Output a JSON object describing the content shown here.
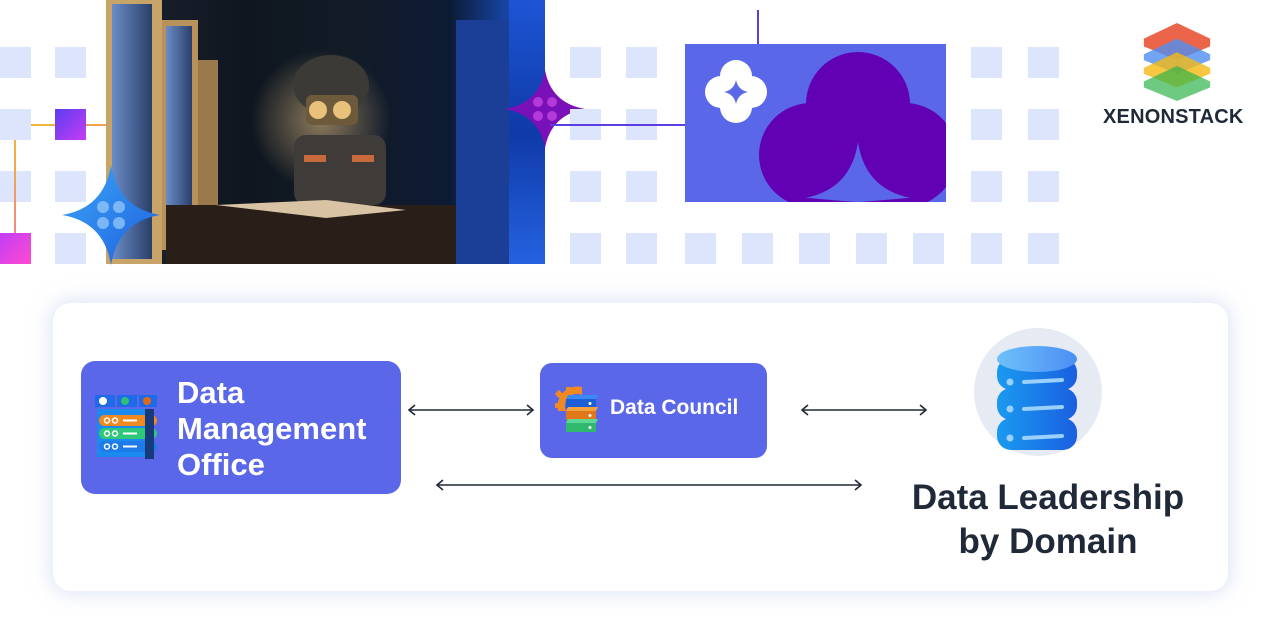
{
  "brand": {
    "name": "XENONSTACK",
    "logo_colors": [
      "#e84a2c",
      "#4e8ef0",
      "#f5b912",
      "#2fb34a"
    ]
  },
  "hero": {
    "image_alt": "robot reading a book between server racks",
    "decor_icons": [
      "sparkle-star-blue-icon",
      "sparkle-star-purple-icon",
      "sparkle-outline-icon",
      "cloud-sparkle-icon"
    ]
  },
  "diagram": {
    "nodes": {
      "dmo": {
        "label": "Data Management Office",
        "lines": [
          "Data",
          "Management",
          "Office"
        ],
        "icon": "server-rack-icon"
      },
      "council": {
        "label": "Data Council",
        "icon": "database-gear-icon"
      },
      "leadership": {
        "label": "Data Leadership by Domain",
        "lines": [
          "Data Leadership",
          "by Domain"
        ],
        "icon": "database-icon"
      }
    },
    "edges": [
      {
        "from": "Data Management Office",
        "to": "Data Council",
        "type": "bidirectional"
      },
      {
        "from": "Data Council",
        "to": "Data Leadership by Domain",
        "type": "bidirectional"
      },
      {
        "from": "Data Management Office",
        "to": "Data Leadership by Domain",
        "type": "bidirectional"
      }
    ]
  },
  "colors": {
    "node_fill": "#5a67e8",
    "text_dark": "#1f2937",
    "tile": "#dde5fd",
    "cloud": "#6200b3"
  }
}
